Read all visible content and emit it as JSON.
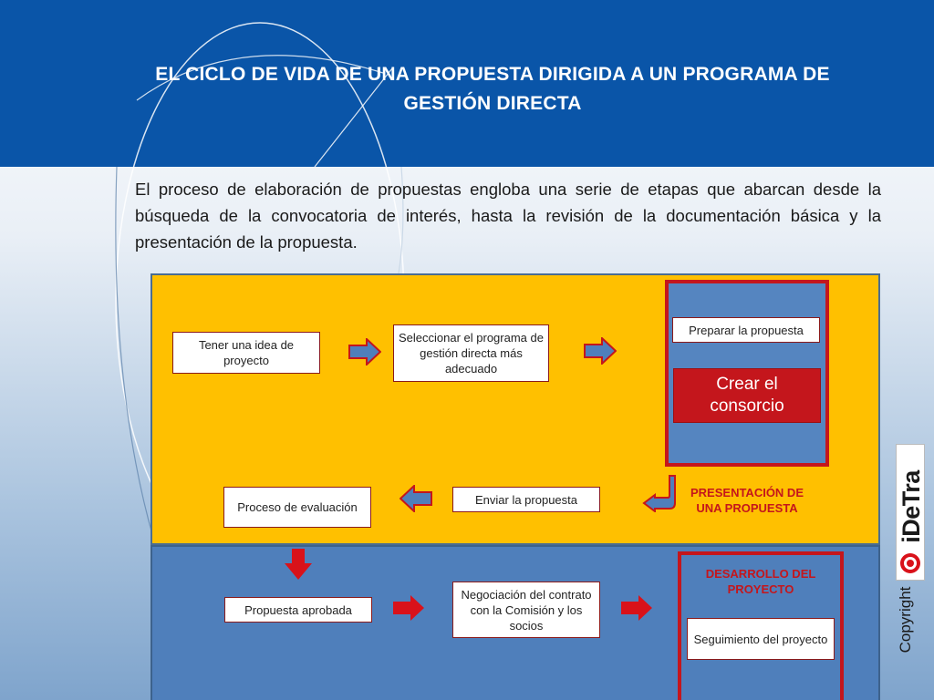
{
  "header": {
    "title": "EL CICLO DE VIDA DE UNA PROPUESTA DIRIGIDA A UN PROGRAMA DE\nGESTIÓN DIRECTA"
  },
  "intro": {
    "text": "El proceso de elaboración de propuestas engloba una serie de etapas que abarcan desde la búsqueda de la convocatoria de interés, hasta la revisión de la documentación básica y la presentación de la propuesta."
  },
  "diagram": {
    "steps": {
      "idea": "Tener una idea de proyecto",
      "select_program": "Seleccionar el programa de gestión directa más adecuado",
      "prepare": "Preparar la propuesta",
      "consortium": "Crear el\nconsorcio",
      "send": "Enviar la propuesta",
      "evaluation": "Proceso de evaluación",
      "approved": "Propuesta aprobada",
      "negotiation": "Negociación del contrato con la Comisión y los socios",
      "monitoring": "Seguimiento del proyecto"
    },
    "labels": {
      "presentation": "PRESENTACIÓN DE\nUNA PROPUESTA",
      "development": "DESARROLLO DEL\nPROYECTO"
    },
    "colors": {
      "top_panel": "#ffc000",
      "bottom_panel": "#4f7fbb",
      "accent_red": "#c4161c",
      "arrow_blue": "#4f7fbb",
      "header_blue": "#0a55a8"
    }
  },
  "branding": {
    "logo_text": "iDeTra",
    "copyright": "Copyright"
  }
}
